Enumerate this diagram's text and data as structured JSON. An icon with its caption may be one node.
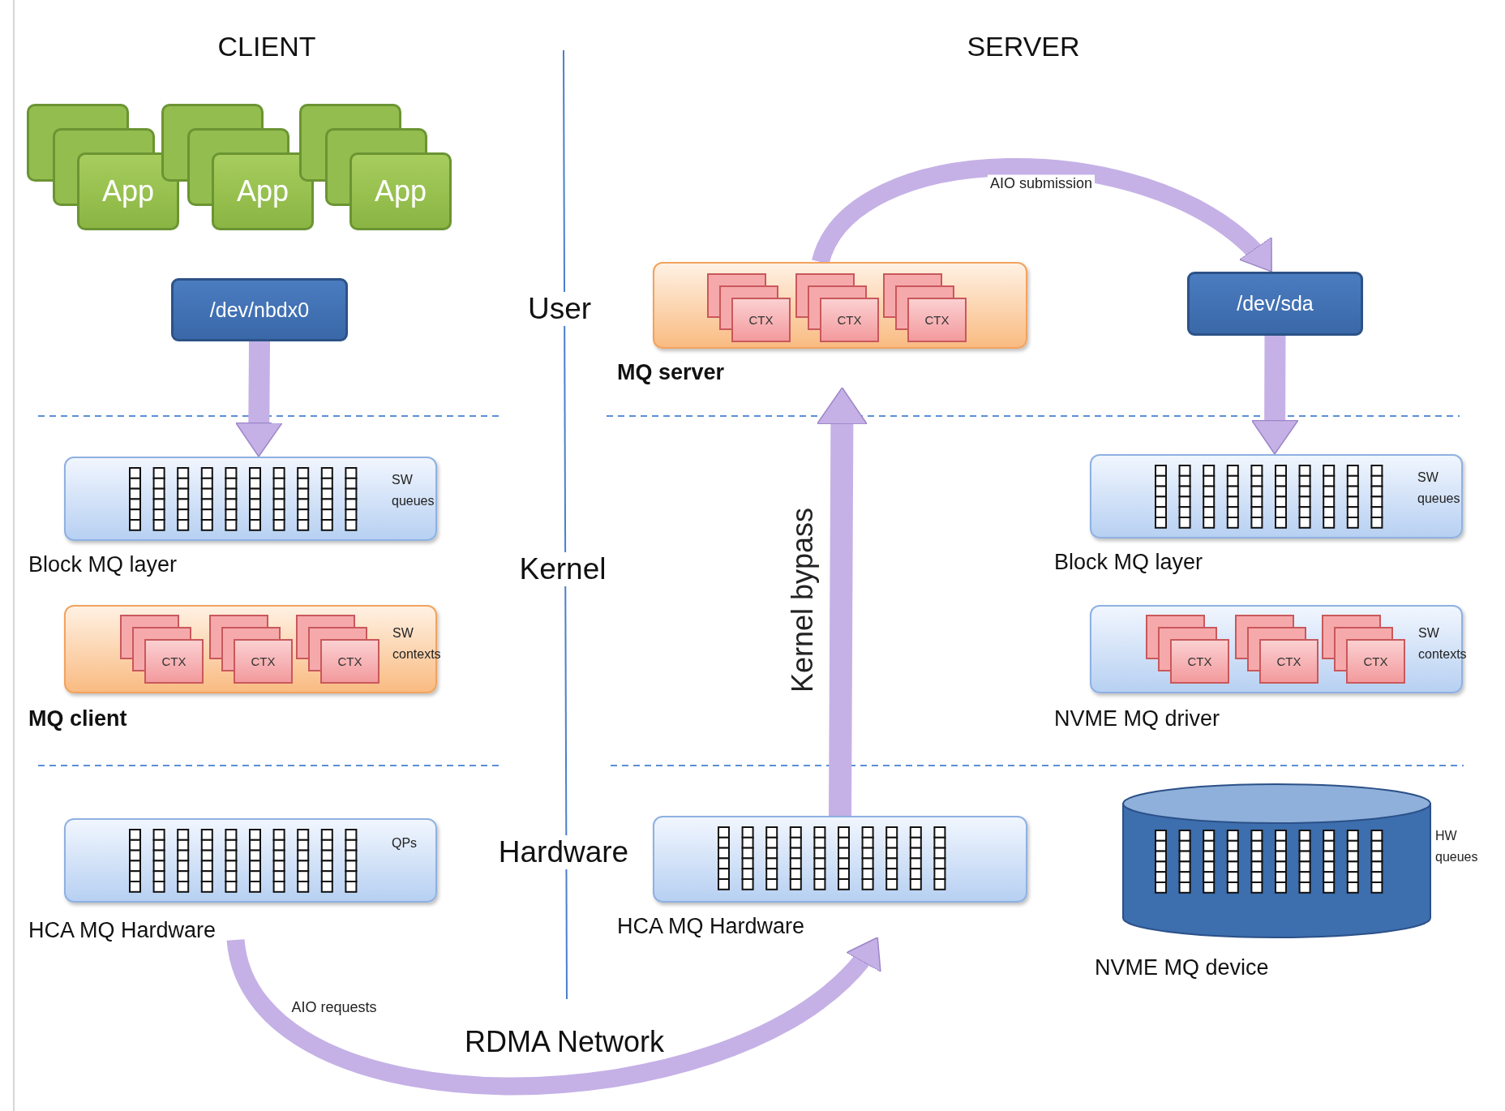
{
  "diagram": {
    "nodes": [
      {
        "text": [
          "App"
        ]
      },
      {
        "text": [
          "App"
        ]
      },
      {
        "text": [
          "App"
        ]
      },
      {
        "text": [
          "/dev/nbdx0"
        ]
      },
      {
        "text": [
          "MQ server"
        ]
      },
      {
        "text": [
          "CTX"
        ],
        "in": 4
      },
      {
        "text": [
          "CTX"
        ],
        "in": 4
      },
      {
        "text": [
          "CTX"
        ],
        "in": 4
      },
      {
        "text": [
          "/dev/sda"
        ]
      },
      {
        "text": [
          "SW queues",
          "Block MQ layer"
        ]
      },
      {
        "text": [
          "SW queues",
          "Block MQ layer"
        ]
      },
      {
        "text": [
          "SW contexts",
          "MQ client"
        ]
      },
      {
        "text": [
          "CTX"
        ],
        "in": 11
      },
      {
        "text": [
          "CTX"
        ],
        "in": 11
      },
      {
        "text": [
          "CTX"
        ],
        "in": 11
      },
      {
        "text": [
          "SW contexts",
          "NVME MQ driver"
        ]
      },
      {
        "text": [
          "CTX"
        ],
        "in": 15
      },
      {
        "text": [
          "CTX"
        ],
        "in": 15
      },
      {
        "text": [
          "CTX"
        ],
        "in": 15
      },
      {
        "text": [
          "QPs",
          "HCA MQ Hardware"
        ]
      },
      {
        "text": [
          "HCA MQ Hardware"
        ]
      },
      {
        "text": [
          "HW queues",
          "NVME MQ device"
        ]
      }
    ],
    "edges": [
      {
        "from": 3,
        "to": 9,
        "arrow": "to"
      },
      {
        "from": 4,
        "to": 8,
        "arrow": "to",
        "label": "AIO submission"
      },
      {
        "from": 8,
        "to": 10,
        "arrow": "to"
      },
      {
        "from": 20,
        "to": 4,
        "arrow": "to",
        "label": "Kernel bypass"
      },
      {
        "from": 19,
        "to": 20,
        "arrow": "to",
        "label": "AIO requests"
      }
    ],
    "labels": [
      "CLIENT",
      "SERVER",
      "User",
      "Kernel",
      "Hardware",
      "RDMA Network"
    ]
  }
}
